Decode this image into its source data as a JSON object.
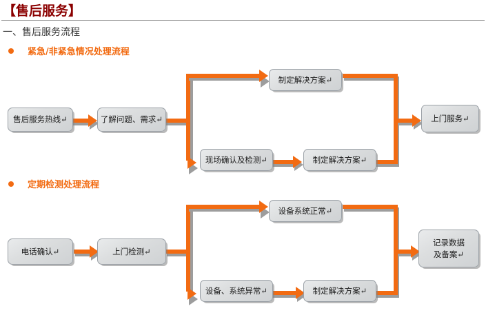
{
  "header": {
    "title": "【售后服务】",
    "rule": "horizontal-rule"
  },
  "sections": [
    {
      "heading": "一、售后服务流程",
      "bullet_label": "紧急/非紧急情况处理流程",
      "bullet_icon": "filled-circle-bullet",
      "flow": {
        "nodes": [
          {
            "id": "n1",
            "text": "售后服务热线↵"
          },
          {
            "id": "n2",
            "text": "了解问题、需求↵"
          },
          {
            "id": "n3",
            "text": "制定解决方案↵"
          },
          {
            "id": "n4",
            "text": "现场确认及检测↵"
          },
          {
            "id": "n5",
            "text": "制定解决方案↵"
          },
          {
            "id": "n6",
            "text": "上门服务↵"
          }
        ],
        "edges": [
          {
            "from": "n1",
            "to": "n2"
          },
          {
            "from": "n2",
            "to": "n3"
          },
          {
            "from": "n2",
            "to": "n4"
          },
          {
            "from": "n4",
            "to": "n5"
          },
          {
            "from": "n3",
            "to": "n6"
          },
          {
            "from": "n5",
            "to": "n6"
          }
        ]
      }
    },
    {
      "heading": "",
      "bullet_label": "定期检测处理流程",
      "bullet_icon": "filled-circle-bullet",
      "flow": {
        "nodes": [
          {
            "id": "m1",
            "text": "电话确认↵"
          },
          {
            "id": "m2",
            "text": "上门检测↵"
          },
          {
            "id": "m3",
            "text": "设备系统正常↵"
          },
          {
            "id": "m4",
            "text": "设备、系统异常↵"
          },
          {
            "id": "m5",
            "text": "制定解决方案↵"
          },
          {
            "id": "m6",
            "text": "记录数据\n及备案↵"
          }
        ],
        "edges": [
          {
            "from": "m1",
            "to": "m2"
          },
          {
            "from": "m2",
            "to": "m3"
          },
          {
            "from": "m2",
            "to": "m4"
          },
          {
            "from": "m4",
            "to": "m5"
          },
          {
            "from": "m3",
            "to": "m6"
          },
          {
            "from": "m5",
            "to": "m6"
          }
        ]
      }
    }
  ],
  "colors": {
    "title": "#8B0000",
    "accent": "#F26B12",
    "node_fill": "#dcdedf",
    "node_border": "#9aa0a6",
    "text": "#1b1b1b"
  }
}
